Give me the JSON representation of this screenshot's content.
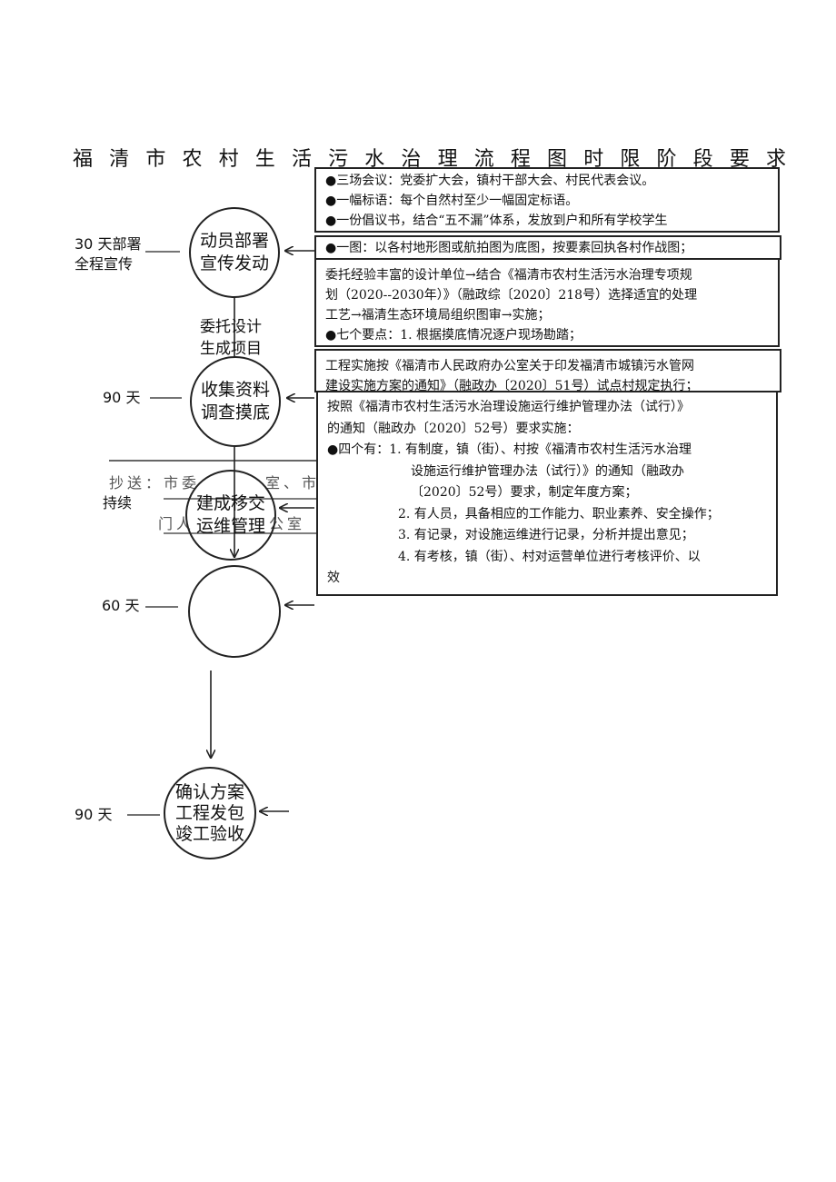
{
  "title": [
    "福",
    "清",
    "市",
    "农",
    "村",
    "生",
    "活",
    "污",
    "水",
    "治",
    "理",
    "流",
    "程",
    "图",
    "时",
    "限",
    "阶",
    "段",
    "要",
    "求"
  ],
  "steps": [
    {
      "line1": "动员部署",
      "line2": "宣传发动",
      "time": "30 天部署",
      "time2": "全程宣传"
    },
    {
      "line1": "收集资料",
      "line2": "调查摸底",
      "time": "90 天"
    },
    {
      "line1": "建成移交",
      "line2": "运维管理",
      "time": "持续"
    },
    {
      "time": "60 天"
    },
    {
      "line1": "确认方案",
      "line2": "工程发包",
      "line3": "竣工验收",
      "time": "90 天"
    }
  ],
  "connector_label": {
    "line1": "委托设计",
    "line2": "生成项目"
  },
  "faded_text": {
    "line1": "抄送：市委",
    "line1b": "室、市人",
    "line2": "门人",
    "line2b": "公室"
  },
  "box1": [
    "●三场会议：党委扩大会，镇村干部大会、村民代表会议。",
    "●一幅标语：每个自然村至少一幅固定标语。",
    "●一份倡议书，结合“五不漏”体系，发放到户和所有学校学生"
  ],
  "box2": [
    "●一图：以各村地形图或航拍图为底图，按要素回执各村作战图；"
  ],
  "box3": [
    "委托经验丰富的设计单位→结合《福清市农村生活污水治理专项规",
    "划（2020--2030年）》（融政综〔2020〕218号）选择适宜的处理",
    "工艺→福清生态环境局组织图审→实施；",
    "●七个要点：1. 根据摸底情况逐户现场勘踏；"
  ],
  "box4": [
    "工程实施按《福清市人民政府办公室关于印发福清市城镇污水管网",
    "建设实施方案的通知》（融政办〔2020〕51号）试点村规定执行；"
  ],
  "box5": {
    "intro1": "按照《福清市农村生活污水治理设施运行维护管理办法（试行）》",
    "intro2": "的通知（融政办〔2020〕52号）要求实施：",
    "lead": "●四个有：1. 有制度，镇（街）、村按《福清市农村生活污水治理",
    "cont1": "设施运行维护管理办法（试行）》的通知（融政办",
    "cont2": "〔2020〕52号）要求，制定年度方案；",
    "item2": "2. 有人员，具备相应的工作能力、职业素养、安全操作；",
    "item3": "3. 有记录，对设施运维进行记录，分析并提出意见；",
    "item4": "4. 有考核，镇（街）、村对运营单位进行考核评价、以",
    "tail": "效"
  }
}
